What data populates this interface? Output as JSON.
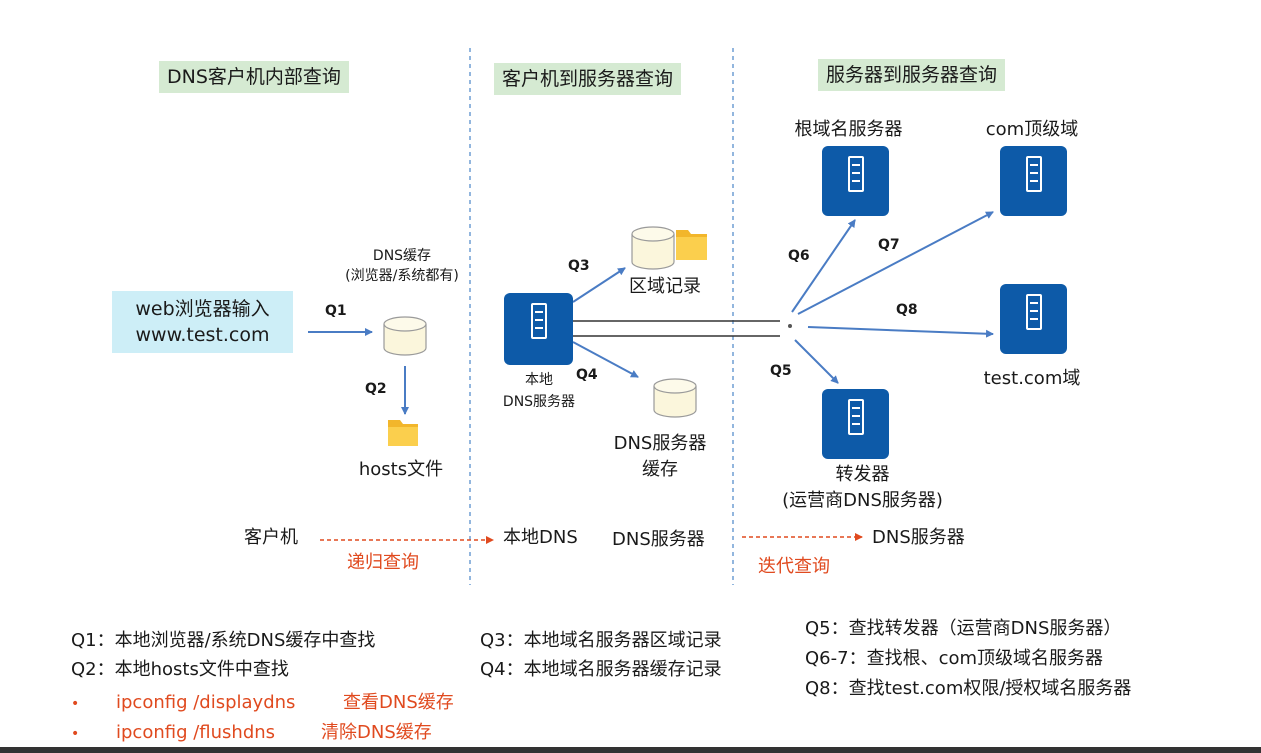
{
  "headers": {
    "left": "DNS客户机内部查询",
    "middle": "客户机到服务器查询",
    "right": "服务器到服务器查询"
  },
  "client": {
    "web_input_line1": "web浏览器输入",
    "web_input_line2": "www.test.com",
    "cache_line1": "DNS缓存",
    "cache_line2": "(浏览器/系统都有)",
    "hosts": "hosts文件",
    "q1": "Q1",
    "q2": "Q2"
  },
  "local": {
    "server_line1": "本地",
    "server_line2": "DNS服务器",
    "zone_records": "区域记录",
    "cache_line1": "DNS服务器",
    "cache_line2": "缓存",
    "q3": "Q3",
    "q4": "Q4"
  },
  "remote": {
    "root": "根域名服务器",
    "com_tld": "com顶级域",
    "test_domain": "test.com域",
    "forwarder_line1": "转发器",
    "forwarder_line2": "(运营商DNS服务器)",
    "q5": "Q5",
    "q6": "Q6",
    "q7": "Q7",
    "q8": "Q8"
  },
  "bottom": {
    "client": "客户机",
    "recursive": "递归查询",
    "local_dns": "本地DNS",
    "dns_server_mid": "DNS服务器",
    "iterative": "迭代查询",
    "dns_server_right": "DNS服务器"
  },
  "notes": {
    "q1": "Q1：本地浏览器/系统DNS缓存中查找",
    "q2": "Q2：本地hosts文件中查找",
    "bullet": "•",
    "cmd1": "ipconfig /displaydns",
    "cmd1_desc": "查看DNS缓存",
    "cmd2": "ipconfig /flushdns",
    "cmd2_desc": "清除DNS缓存",
    "q3": "Q3：本地域名服务器区域记录",
    "q4": "Q4：本地域名服务器缓存记录",
    "q5": "Q5：查找转发器（运营商DNS服务器）",
    "q67": "Q6-7：查找根、com顶级域名服务器",
    "q8": "Q8：查找test.com权限/授权域名服务器"
  },
  "colors": {
    "header_bg": "#d5ead2",
    "web_bg": "#cdeef7",
    "server_blue": "#0d5aa8",
    "arrow_blue": "#4a7cc4",
    "accent_red": "#e04a1f",
    "divider": "#4a86c8"
  }
}
